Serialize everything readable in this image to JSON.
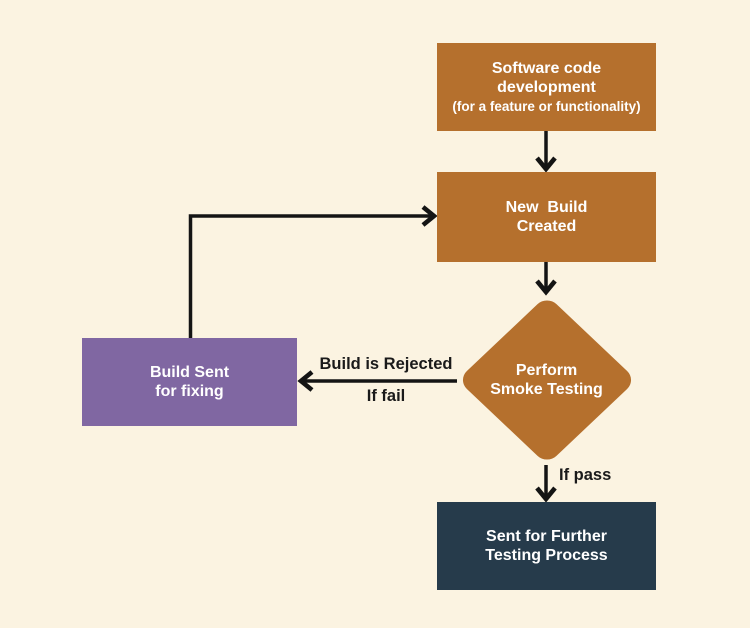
{
  "colors": {
    "background": "#FBF3E1",
    "process_fill": "#B5702D",
    "decision_fill": "#B5702D",
    "fix_fill": "#8067A2",
    "terminal_fill": "#263B4B",
    "arrow": "#141414",
    "node_text": "#FFFFFF",
    "edge_label_text": "#1A1A1A"
  },
  "nodes": {
    "software_dev": {
      "shape": "rectangle",
      "title": "Software code\ndevelopment",
      "subtitle": "(for a feature or functionality)"
    },
    "new_build": {
      "shape": "rectangle",
      "label": "New  Build\nCreated"
    },
    "smoke_testing": {
      "shape": "diamond",
      "label": "Perform\nSmoke Testing"
    },
    "build_sent": {
      "shape": "rectangle",
      "label": "Build Sent\nfor fixing"
    },
    "further_testing": {
      "shape": "rectangle",
      "label": "Sent for Further\nTesting Process"
    }
  },
  "edges": {
    "rejected_label": "Build is Rejected",
    "fail_label": "If fail",
    "pass_label": "If pass"
  }
}
